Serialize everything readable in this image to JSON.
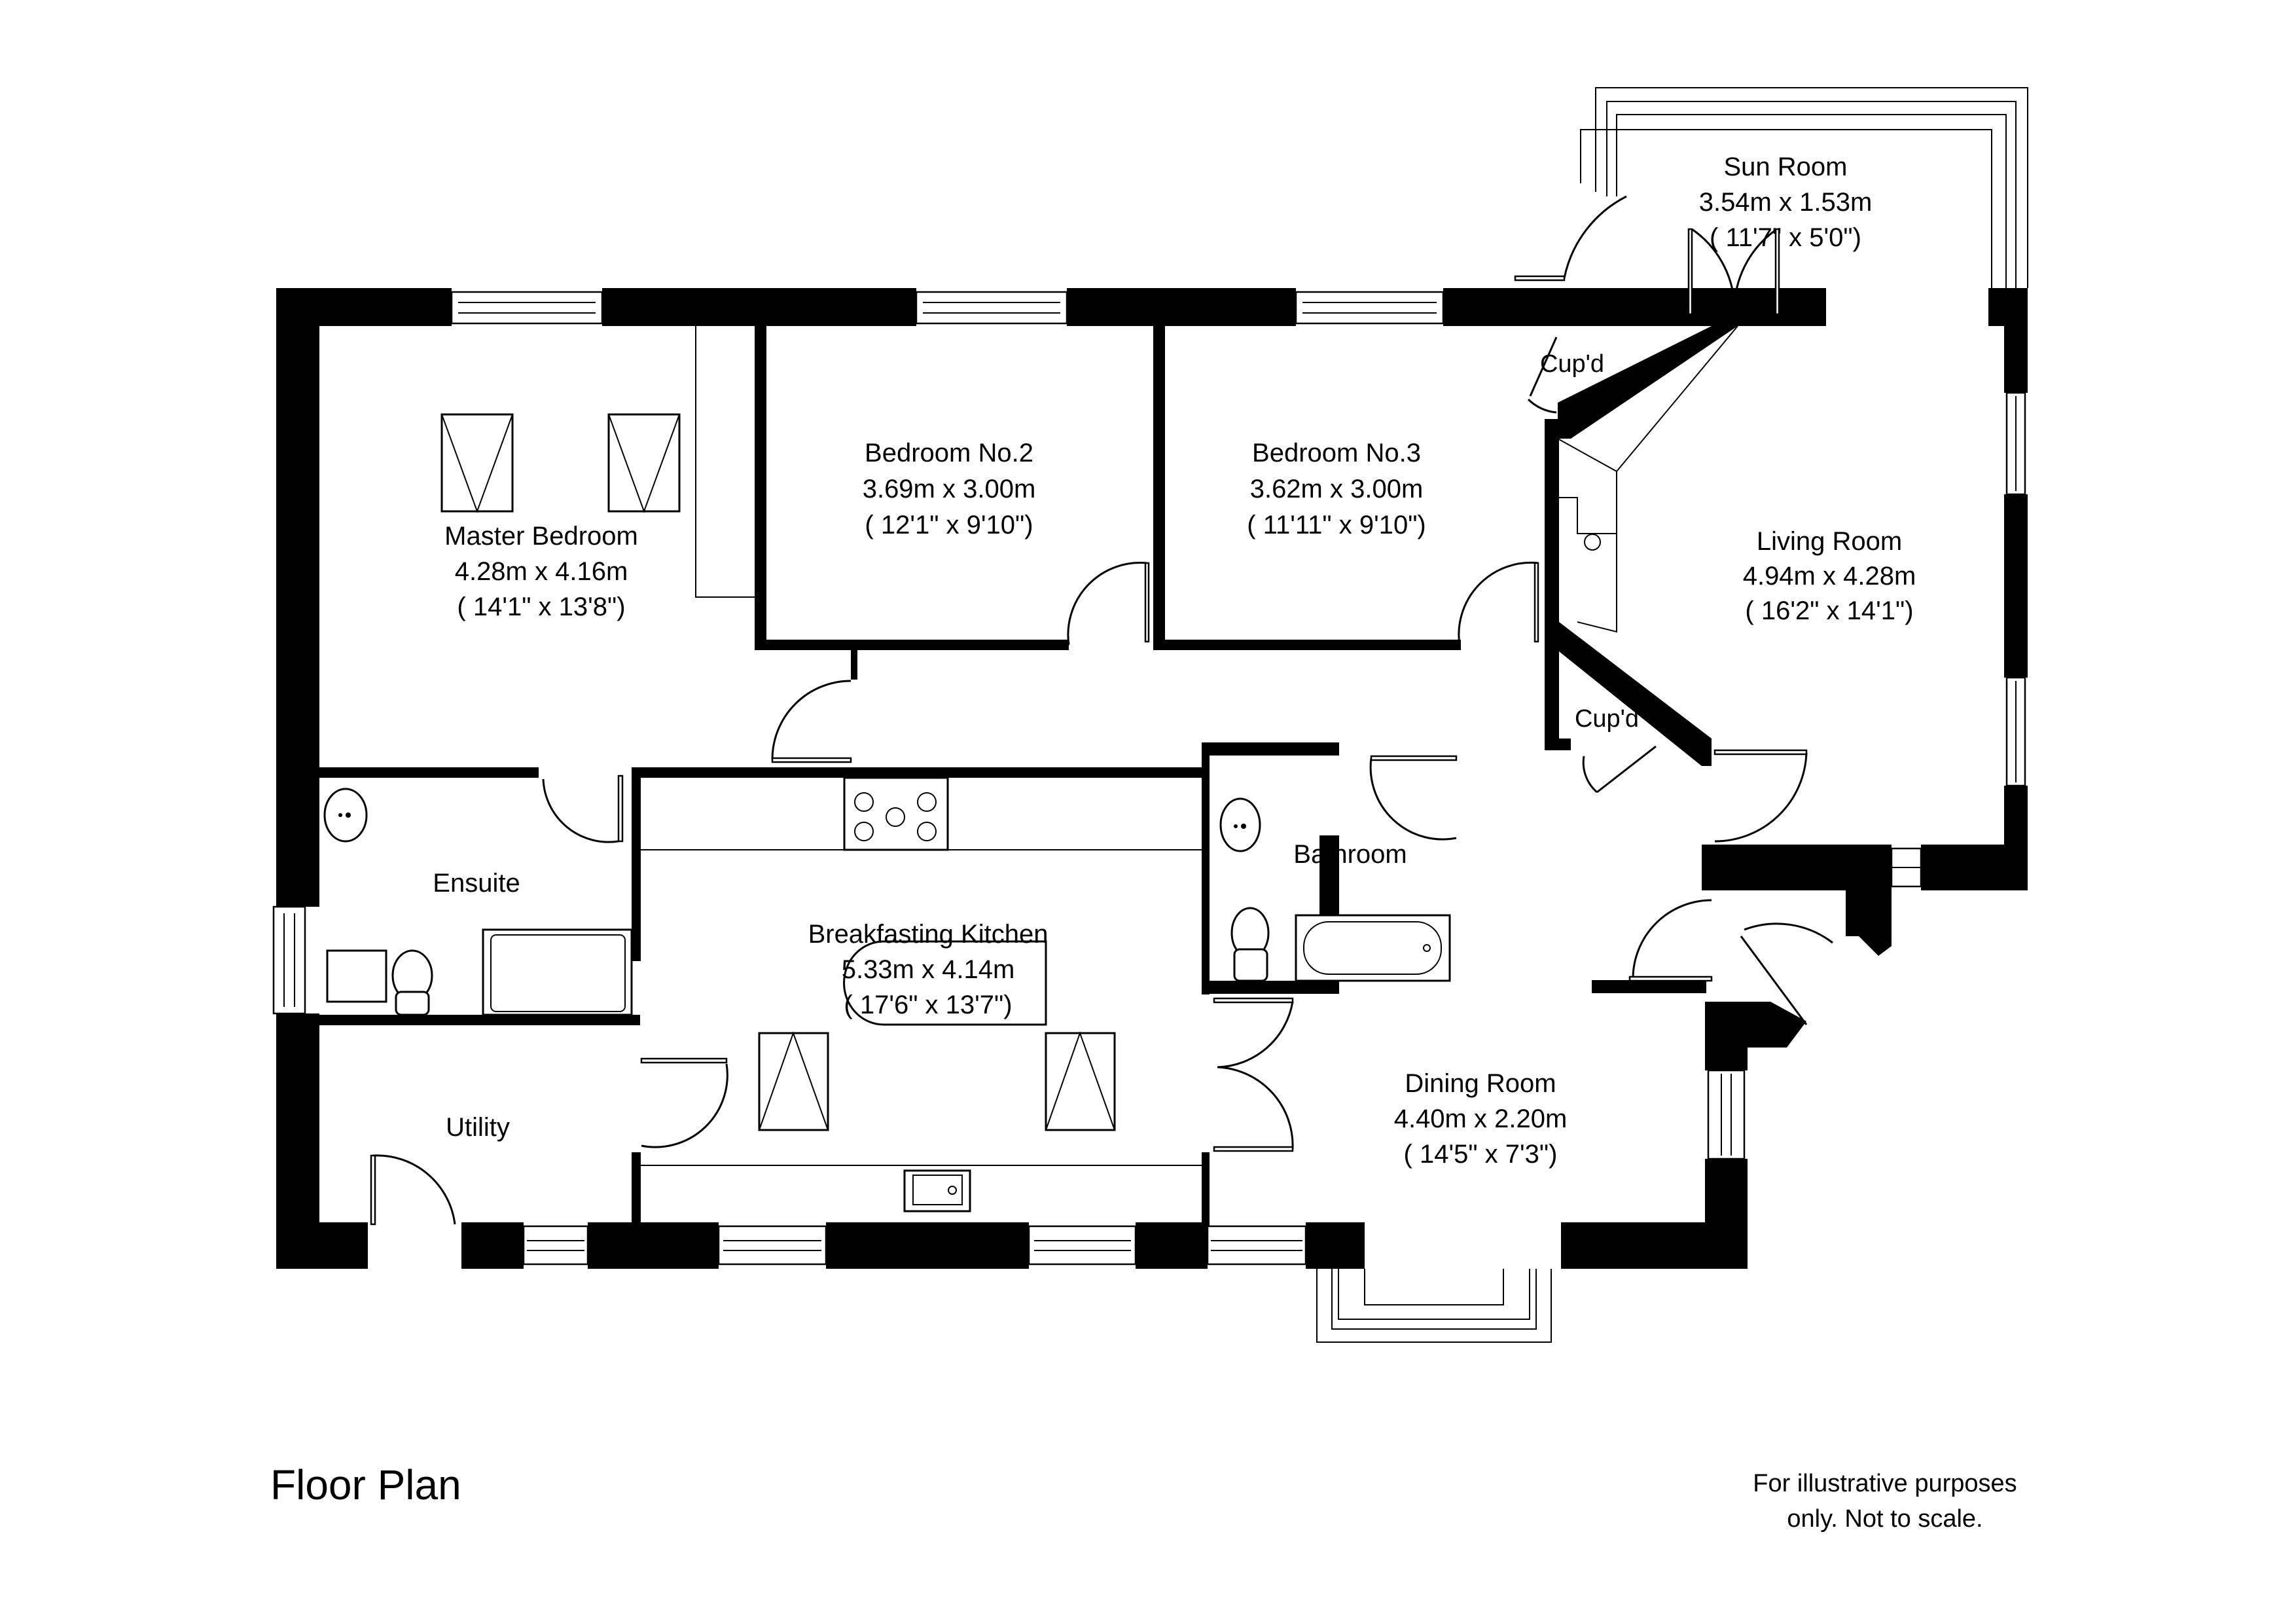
{
  "plan": {
    "title": "Floor Plan",
    "disclaimer": [
      "For illustrative purposes",
      "only. Not to scale."
    ],
    "colors": {
      "wall": "#000000",
      "background": "#ffffff"
    }
  },
  "rooms": {
    "sun_room": {
      "name": "Sun Room",
      "metric": "3.54m x 1.53m",
      "imperial": "( 11'7\" x 5'0\")"
    },
    "master_bedroom": {
      "name": "Master Bedroom",
      "metric": "4.28m x 4.16m",
      "imperial": "( 14'1\" x 13'8\")"
    },
    "bedroom_2": {
      "name": "Bedroom No.2",
      "metric": "3.69m x 3.00m",
      "imperial": "( 12'1\" x 9'10\")"
    },
    "bedroom_3": {
      "name": "Bedroom No.3",
      "metric": "3.62m x 3.00m",
      "imperial": "( 11'11\" x 9'10\")"
    },
    "living_room": {
      "name": "Living Room",
      "metric": "4.94m x 4.28m",
      "imperial": "( 16'2\" x 14'1\")"
    },
    "cupboard_top": {
      "name": "Cup'd"
    },
    "cupboard_mid": {
      "name": "Cup'd"
    },
    "ensuite": {
      "name": "Ensuite"
    },
    "bathroom": {
      "name": "Bathroom"
    },
    "kitchen": {
      "name": "Breakfasting Kitchen",
      "metric": "5.33m x 4.14m",
      "imperial": "( 17'6\" x 13'7\")"
    },
    "utility": {
      "name": "Utility"
    },
    "dining_room": {
      "name": "Dining Room",
      "metric": "4.40m x 2.20m",
      "imperial": "( 14'5\" x 7'3\")"
    }
  }
}
